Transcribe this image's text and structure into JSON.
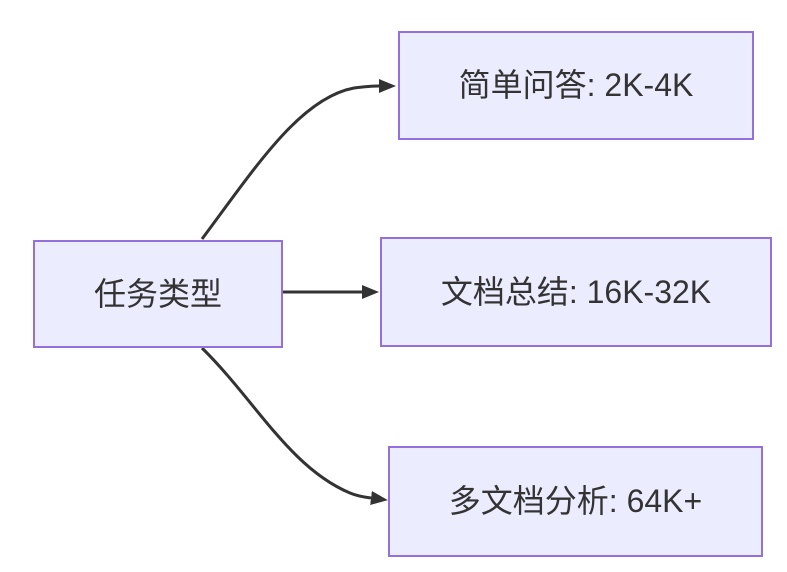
{
  "diagram": {
    "type": "flowchart",
    "direction": "left-to-right",
    "root": {
      "id": "task-type",
      "label": "任务类型"
    },
    "branches": [
      {
        "id": "simple-qa",
        "label": "简单问答: 2K-4K"
      },
      {
        "id": "doc-summary",
        "label": "文档总结: 16K-32K"
      },
      {
        "id": "multi-doc-analysis",
        "label": "多文档分析: 64K+"
      }
    ],
    "edges": [
      {
        "from": "任务类型",
        "to": "简单问答: 2K-4K"
      },
      {
        "from": "任务类型",
        "to": "文档总结: 16K-32K"
      },
      {
        "from": "任务类型",
        "to": "多文档分析: 64K+"
      }
    ],
    "colors": {
      "node_fill": "#ECECFF",
      "node_border": "#9370DB",
      "edge": "#333333",
      "text": "#333333",
      "background": "#FFFFFF"
    }
  }
}
